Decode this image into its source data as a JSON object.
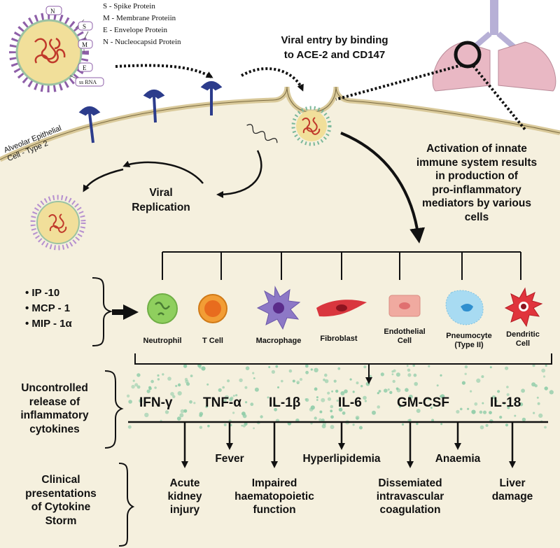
{
  "legend": {
    "spike": "S - Spike Protein",
    "membrane": "M - Membrane Proteiin",
    "envelope": "E - Envelope Protein",
    "nucleocapsid": "N - Nucleocapsid Protein"
  },
  "virus_tags": {
    "n": "N",
    "s": "S",
    "m": "M",
    "e": "E",
    "rna": "ss RNA"
  },
  "viral_entry": [
    "Viral entry by binding",
    "to ACE-2 and CD147"
  ],
  "cell_label": [
    "Alveolar Epithelial",
    "Cell - Type 2"
  ],
  "viral_replication": [
    "Viral",
    "Replication"
  ],
  "activation": [
    "Activation of innate",
    "immune system results",
    "in production of",
    "pro-inflammatory",
    "mediators by various",
    "cells"
  ],
  "chemokines": [
    "• IP -10",
    "• MCP - 1",
    "• MIP - 1α"
  ],
  "cells": [
    [
      "Neutrophil"
    ],
    [
      "T Cell"
    ],
    [
      "Macrophage"
    ],
    [
      "Fibroblast"
    ],
    [
      "Endothelial",
      "Cell"
    ],
    [
      "Pneumocyte",
      "(Type II)"
    ],
    [
      "Dendritic",
      "Cell"
    ]
  ],
  "cytokine_heading": [
    "Uncontrolled",
    "release of",
    "inflammatory",
    "cytokines"
  ],
  "cytokines": [
    "IFN-γ",
    "TNF-α",
    "IL-1β",
    "IL-6",
    "GM-CSF",
    "IL-18"
  ],
  "clinical_heading": [
    "Clinical",
    "presentations",
    "of Cytokine",
    "Storm"
  ],
  "conditions": {
    "fever": "Fever",
    "hyperlipidemia": "Hyperlipidemia",
    "anaemia": "Anaemia",
    "aki": [
      "Acute",
      "kidney",
      "injury"
    ],
    "haemato": [
      "Impaired",
      "haematopoietic",
      "function"
    ],
    "dic": [
      "Dissemiated",
      "intravascular",
      "coagulation"
    ],
    "liver": [
      "Liver",
      "damage"
    ]
  },
  "colors": {
    "background": "#f5f0de",
    "membrane": "#d9c99a",
    "receptor": "#2c3c8c",
    "virus_spike": "#8e5fa8",
    "virus_core": "#f1df9a",
    "rna": "#c0392b",
    "lung": "#e9b8c4",
    "trachea": "#b7b0d6",
    "dots": "#8fcca8",
    "neutrophil": "#8fcf5e",
    "tcell": "#f29d35",
    "macrophage": "#8d78c6",
    "fibroblast": "#d9363e",
    "endothelial": "#f0aaa0",
    "pneumocyte": "#a8dbf2",
    "dendritic": "#e0343c"
  }
}
